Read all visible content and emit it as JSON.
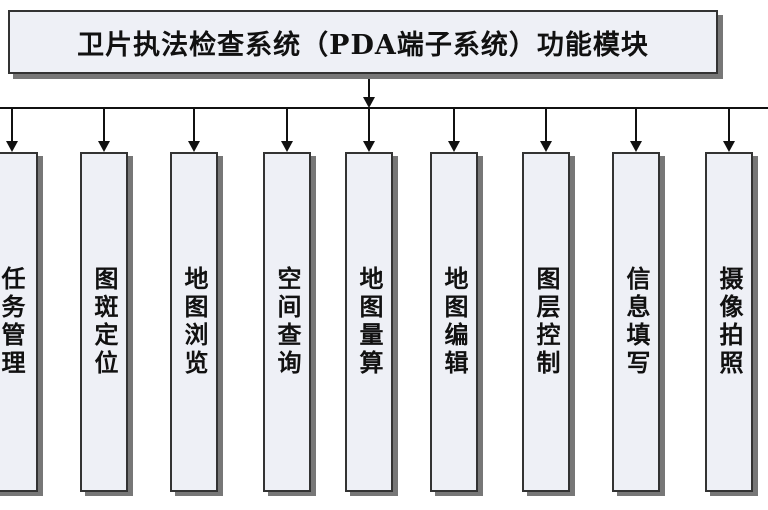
{
  "root": {
    "title": "卫片执法检查系统（PDA端子系统）功能模块"
  },
  "modules": [
    {
      "label": "任务管理"
    },
    {
      "label": "图斑定位"
    },
    {
      "label": "地图浏览"
    },
    {
      "label": "空间查询"
    },
    {
      "label": "地图量算"
    },
    {
      "label": "地图编辑"
    },
    {
      "label": "图层控制"
    },
    {
      "label": "信息填写"
    },
    {
      "label": "摄像拍照"
    }
  ],
  "colors": {
    "box_fill": "#eef0f6",
    "border": "#333333",
    "shadow": "#777777",
    "line": "#111111"
  }
}
